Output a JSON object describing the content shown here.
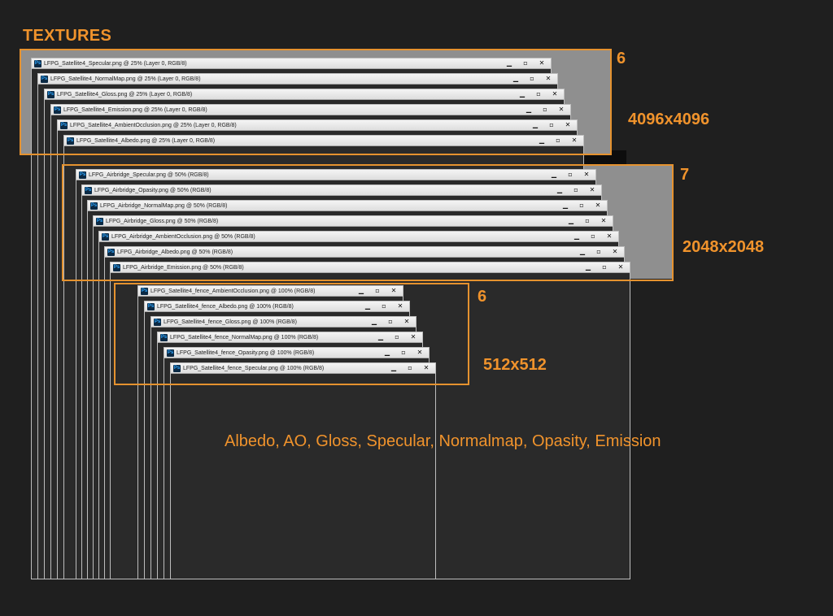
{
  "heading": "TEXTURES",
  "map_types": "Albedo, AO, Gloss, Specular, Normalmap, Opasity, Emission",
  "colors": {
    "accent": "#f0932c",
    "background": "#1f1f1f",
    "titlebar": "#e8e8e8"
  },
  "icons": {
    "app": "photoshop-icon",
    "minimize": "minimize-icon",
    "maximize": "maximize-icon",
    "close": "close-icon"
  },
  "window_controls": {
    "minimize": "▁",
    "maximize": "▫",
    "close": "✕"
  },
  "app_badge": "Ps",
  "groups": [
    {
      "count": "6",
      "resolution": "4096x4096",
      "windows": [
        "LFPG_Satellite4_Specular.png @ 25% (Layer 0, RGB/8)",
        "LFPG_Satellite4_NormalMap.png @ 25% (Layer 0, RGB/8)",
        "LFPG_Satellite4_Gloss.png @ 25% (Layer 0, RGB/8)",
        "LFPG_Satellite4_Emission.png @ 25% (Layer 0, RGB/8)",
        "LFPG_Satellite4_AmbientOcclusion.png @ 25% (Layer 0, RGB/8)",
        "LFPG_Satellite4_Albedo.png @ 25% (Layer 0, RGB/8)"
      ]
    },
    {
      "count": "7",
      "resolution": "2048x2048",
      "windows": [
        "LFPG_Airbridge_Specular.png @ 50% (RGB/8)",
        "LFPG_Airbridge_Opasity.png @ 50% (RGB/8)",
        "LFPG_Airbridge_NormalMap.png @ 50% (RGB/8)",
        "LFPG_Airbridge_Gloss.png @ 50% (RGB/8)",
        "LFPG_Airbridge_AmbientOcclusion.png @ 50% (RGB/8)",
        "LFPG_Airbridge_Albedo.png @ 50% (RGB/8)",
        "LFPG_Airbridge_Emission.png @ 50% (RGB/8)"
      ]
    },
    {
      "count": "6",
      "resolution": "512x512",
      "windows": [
        "LFPG_Satellite4_fence_AmbientOcclusion.png @ 100% (RGB/8)",
        "LFPG_Satellite4_fence_Albedo.png @ 100% (RGB/8)",
        "LFPG_Satellite4_fence_Gloss.png @ 100% (RGB/8)",
        "LFPG_Satellite4_fence_NormalMap.png @ 100% (RGB/8)",
        "LFPG_Satellite4_fence_Opasity.png @ 100% (RGB/8)",
        "LFPG_Satellite4_fence_Specular.png @ 100% (RGB/8)"
      ]
    }
  ]
}
